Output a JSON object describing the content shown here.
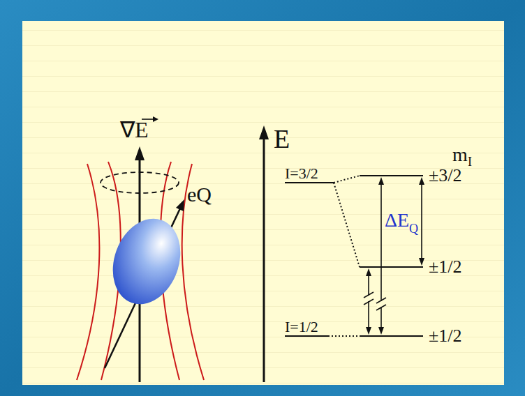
{
  "diagram": {
    "labels": [
      "∇E",
      "eQ",
      "E",
      "m",
      "I",
      "I=3/2",
      "I=1/2",
      "±3/2",
      "±1/2",
      "±1/2",
      "ΔE",
      "Q"
    ]
  }
}
